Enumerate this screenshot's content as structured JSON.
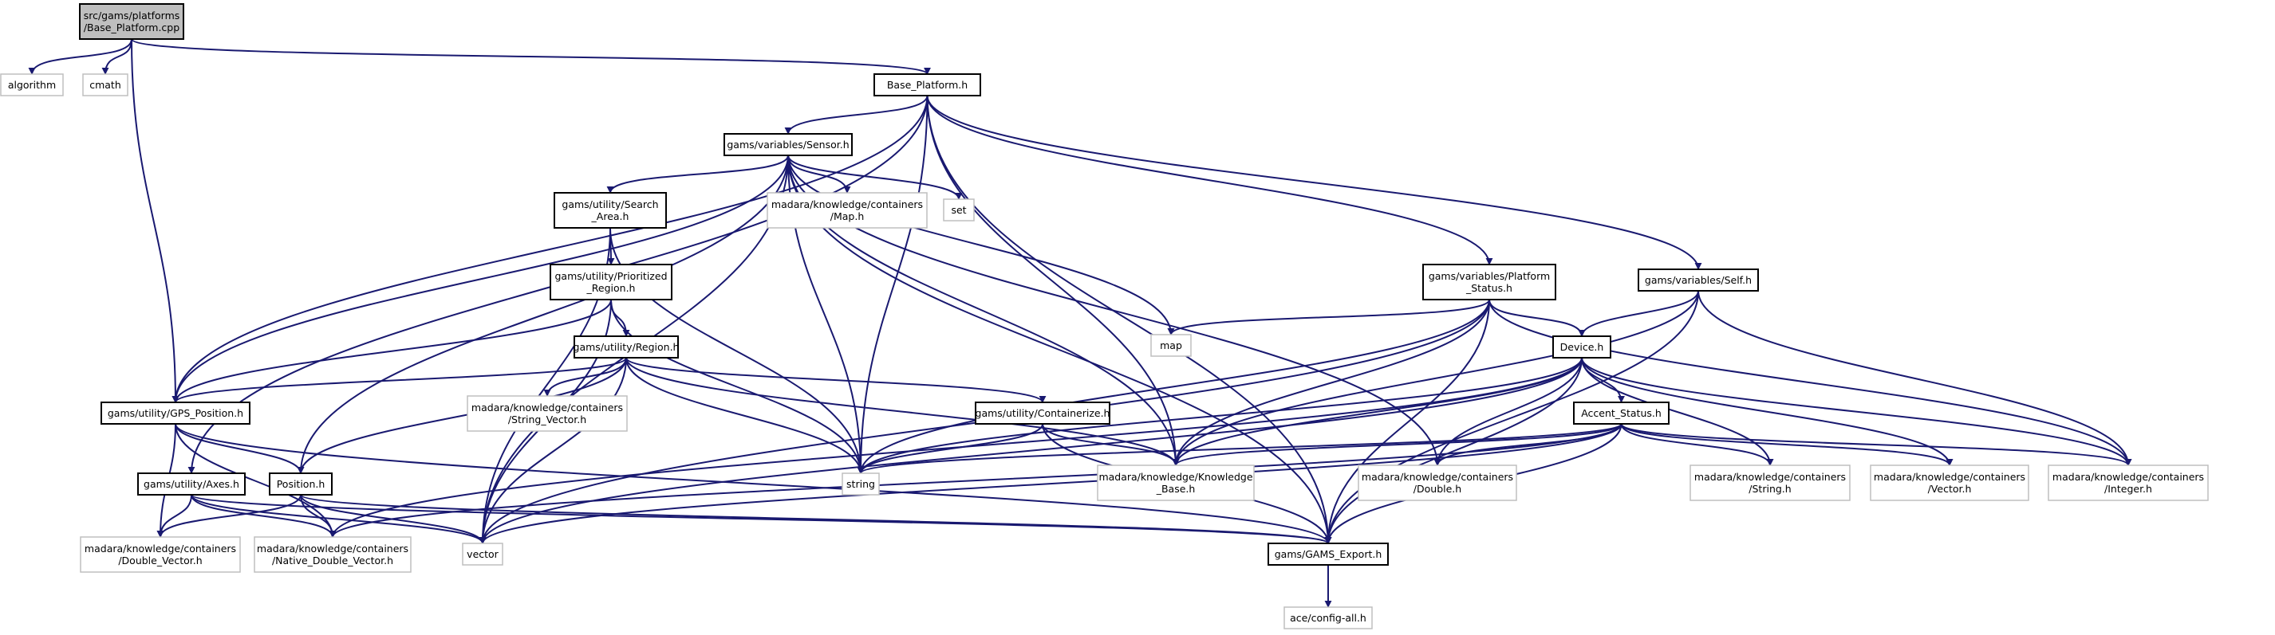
{
  "diagram": {
    "nodes": {
      "base_platform_cpp": {
        "lines": [
          "src/gams/platforms",
          "/Base_Platform.cpp"
        ],
        "style": "root"
      },
      "algorithm": {
        "lines": [
          "algorithm"
        ],
        "style": "grey"
      },
      "cmath": {
        "lines": [
          "cmath"
        ],
        "style": "grey"
      },
      "base_platform_h": {
        "lines": [
          "Base_Platform.h"
        ],
        "style": "solid"
      },
      "sensor_h": {
        "lines": [
          "gams/variables/Sensor.h"
        ],
        "style": "solid"
      },
      "search_area_h": {
        "lines": [
          "gams/utility/Search",
          "_Area.h"
        ],
        "style": "solid"
      },
      "map_h": {
        "lines": [
          "madara/knowledge/containers",
          "/Map.h"
        ],
        "style": "grey"
      },
      "set": {
        "lines": [
          "set"
        ],
        "style": "grey"
      },
      "prioritized_region_h": {
        "lines": [
          "gams/utility/Prioritized",
          "_Region.h"
        ],
        "style": "solid"
      },
      "platform_status_h": {
        "lines": [
          "gams/variables/Platform",
          "_Status.h"
        ],
        "style": "solid"
      },
      "self_h": {
        "lines": [
          "gams/variables/Self.h"
        ],
        "style": "solid"
      },
      "map": {
        "lines": [
          "map"
        ],
        "style": "grey"
      },
      "region_h": {
        "lines": [
          "gams/utility/Region.h"
        ],
        "style": "solid"
      },
      "device_h": {
        "lines": [
          "Device.h"
        ],
        "style": "solid"
      },
      "string_vector_h": {
        "lines": [
          "madara/knowledge/containers",
          "/String_Vector.h"
        ],
        "style": "grey"
      },
      "gps_position_h": {
        "lines": [
          "gams/utility/GPS_Position.h"
        ],
        "style": "solid"
      },
      "containerize_h": {
        "lines": [
          "gams/utility/Containerize.h"
        ],
        "style": "solid"
      },
      "accent_status_h": {
        "lines": [
          "Accent_Status.h"
        ],
        "style": "solid"
      },
      "string": {
        "lines": [
          "string"
        ],
        "style": "grey"
      },
      "knowledge_base_h": {
        "lines": [
          "madara/knowledge/Knowledge",
          "_Base.h"
        ],
        "style": "grey"
      },
      "double_h": {
        "lines": [
          "madara/knowledge/containers",
          "/Double.h"
        ],
        "style": "grey"
      },
      "string_h": {
        "lines": [
          "madara/knowledge/containers",
          "/String.h"
        ],
        "style": "grey"
      },
      "vector_h": {
        "lines": [
          "madara/knowledge/containers",
          "/Vector.h"
        ],
        "style": "grey"
      },
      "integer_h": {
        "lines": [
          "madara/knowledge/containers",
          "/Integer.h"
        ],
        "style": "grey"
      },
      "axes_h": {
        "lines": [
          "gams/utility/Axes.h"
        ],
        "style": "solid"
      },
      "position_h": {
        "lines": [
          "Position.h"
        ],
        "style": "solid"
      },
      "double_vector_h": {
        "lines": [
          "madara/knowledge/containers",
          "/Double_Vector.h"
        ],
        "style": "grey"
      },
      "native_double_vector_h": {
        "lines": [
          "madara/knowledge/containers",
          "/Native_Double_Vector.h"
        ],
        "style": "grey"
      },
      "vector": {
        "lines": [
          "vector"
        ],
        "style": "grey"
      },
      "gams_export_h": {
        "lines": [
          "gams/GAMS_Export.h"
        ],
        "style": "solid"
      },
      "config_all_h": {
        "lines": [
          "ace/config-all.h"
        ],
        "style": "grey"
      }
    },
    "edges": [
      [
        "base_platform_cpp",
        "algorithm"
      ],
      [
        "base_platform_cpp",
        "cmath"
      ],
      [
        "base_platform_cpp",
        "base_platform_h"
      ],
      [
        "base_platform_cpp",
        "gps_position_h"
      ],
      [
        "base_platform_h",
        "sensor_h"
      ],
      [
        "base_platform_h",
        "platform_status_h"
      ],
      [
        "base_platform_h",
        "self_h"
      ],
      [
        "base_platform_h",
        "gps_position_h"
      ],
      [
        "base_platform_h",
        "axes_h"
      ],
      [
        "base_platform_h",
        "string"
      ],
      [
        "base_platform_h",
        "knowledge_base_h"
      ],
      [
        "base_platform_h",
        "gams_export_h"
      ],
      [
        "sensor_h",
        "search_area_h"
      ],
      [
        "sensor_h",
        "map_h"
      ],
      [
        "sensor_h",
        "set"
      ],
      [
        "sensor_h",
        "map"
      ],
      [
        "sensor_h",
        "gps_position_h"
      ],
      [
        "sensor_h",
        "position_h"
      ],
      [
        "sensor_h",
        "string"
      ],
      [
        "sensor_h",
        "vector"
      ],
      [
        "sensor_h",
        "knowledge_base_h"
      ],
      [
        "sensor_h",
        "double_h"
      ],
      [
        "sensor_h",
        "gams_export_h"
      ],
      [
        "search_area_h",
        "prioritized_region_h"
      ],
      [
        "search_area_h",
        "string"
      ],
      [
        "search_area_h",
        "vector"
      ],
      [
        "prioritized_region_h",
        "region_h"
      ],
      [
        "prioritized_region_h",
        "gps_position_h"
      ],
      [
        "prioritized_region_h",
        "string"
      ],
      [
        "prioritized_region_h",
        "vector"
      ],
      [
        "region_h",
        "string_vector_h"
      ],
      [
        "region_h",
        "gps_position_h"
      ],
      [
        "region_h",
        "containerize_h"
      ],
      [
        "region_h",
        "position_h"
      ],
      [
        "region_h",
        "string"
      ],
      [
        "region_h",
        "vector"
      ],
      [
        "region_h",
        "knowledge_base_h"
      ],
      [
        "platform_status_h",
        "device_h"
      ],
      [
        "platform_status_h",
        "map"
      ],
      [
        "platform_status_h",
        "string"
      ],
      [
        "platform_status_h",
        "knowledge_base_h"
      ],
      [
        "platform_status_h",
        "integer_h"
      ],
      [
        "platform_status_h",
        "vector"
      ],
      [
        "platform_status_h",
        "gams_export_h"
      ],
      [
        "self_h",
        "device_h"
      ],
      [
        "self_h",
        "knowledge_base_h"
      ],
      [
        "self_h",
        "integer_h"
      ],
      [
        "self_h",
        "gams_export_h"
      ],
      [
        "device_h",
        "accent_status_h"
      ],
      [
        "device_h",
        "string"
      ],
      [
        "device_h",
        "knowledge_base_h"
      ],
      [
        "device_h",
        "double_h"
      ],
      [
        "device_h",
        "string_h"
      ],
      [
        "device_h",
        "vector_h"
      ],
      [
        "device_h",
        "integer_h"
      ],
      [
        "device_h",
        "vector"
      ],
      [
        "device_h",
        "native_double_vector_h"
      ],
      [
        "device_h",
        "gams_export_h"
      ],
      [
        "accent_status_h",
        "string"
      ],
      [
        "accent_status_h",
        "knowledge_base_h"
      ],
      [
        "accent_status_h",
        "double_h"
      ],
      [
        "accent_status_h",
        "string_h"
      ],
      [
        "accent_status_h",
        "vector_h"
      ],
      [
        "accent_status_h",
        "integer_h"
      ],
      [
        "accent_status_h",
        "vector"
      ],
      [
        "accent_status_h",
        "native_double_vector_h"
      ],
      [
        "accent_status_h",
        "gams_export_h"
      ],
      [
        "gps_position_h",
        "position_h"
      ],
      [
        "gps_position_h",
        "double_vector_h"
      ],
      [
        "gps_position_h",
        "native_double_vector_h"
      ],
      [
        "gps_position_h",
        "gams_export_h"
      ],
      [
        "containerize_h",
        "string"
      ],
      [
        "containerize_h",
        "knowledge_base_h"
      ],
      [
        "containerize_h",
        "gams_export_h"
      ],
      [
        "axes_h",
        "double_vector_h"
      ],
      [
        "axes_h",
        "native_double_vector_h"
      ],
      [
        "axes_h",
        "vector"
      ],
      [
        "axes_h",
        "gams_export_h"
      ],
      [
        "position_h",
        "double_vector_h"
      ],
      [
        "position_h",
        "native_double_vector_h"
      ],
      [
        "position_h",
        "vector"
      ],
      [
        "position_h",
        "gams_export_h"
      ],
      [
        "gams_export_h",
        "config_all_h"
      ]
    ]
  }
}
